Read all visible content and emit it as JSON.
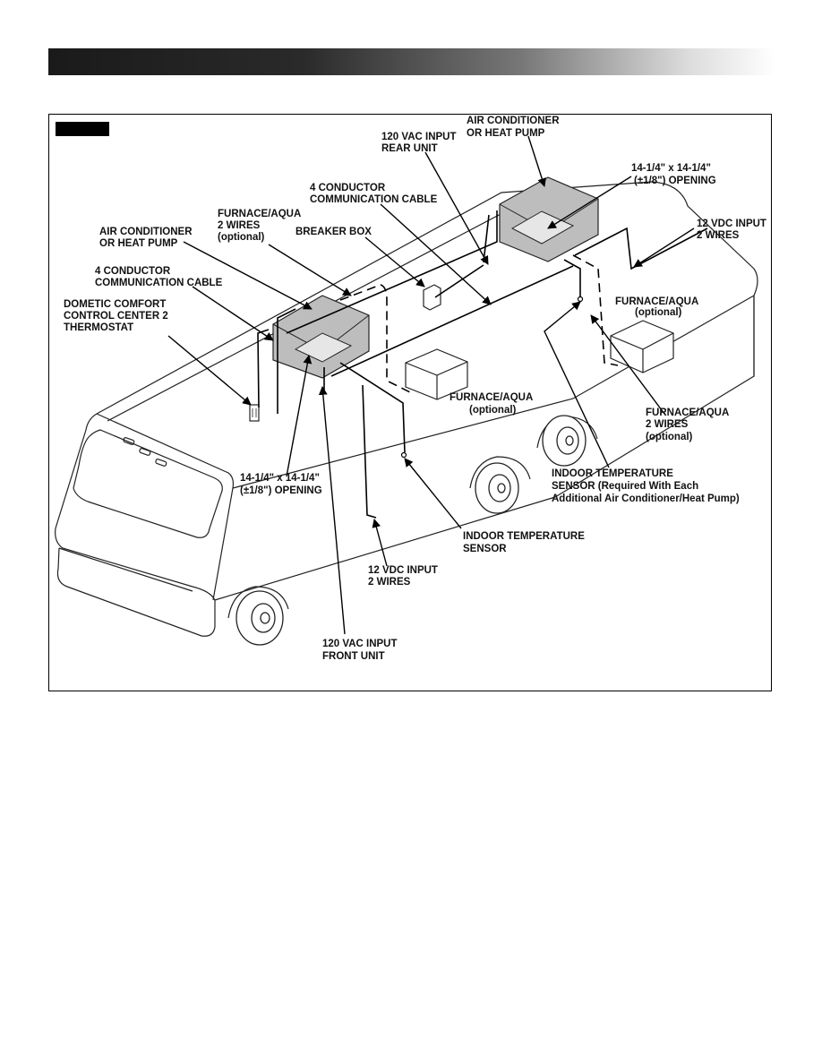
{
  "labels": {
    "ac_rear_1": "AIR CONDITIONER",
    "ac_rear_2": "OR HEAT PUMP",
    "vac_rear_1": "120 VAC INPUT",
    "vac_rear_2": "REAR UNIT",
    "opening_rear_1": "14-1/4\" x 14-1/4\"",
    "opening_rear_2": "(±1/8\") OPENING",
    "comm_rear_1": "4 CONDUCTOR",
    "comm_rear_2": "COMMUNICATION CABLE",
    "vdc_rear_1": "12 VDC INPUT",
    "vdc_rear_2": "2 WIRES",
    "furn_front_wires_1": "FURNACE/AQUA",
    "furn_front_wires_2": "2 WIRES",
    "furn_front_wires_3": "(optional)",
    "breaker": "BREAKER BOX",
    "ac_front_1": "AIR CONDITIONER",
    "ac_front_2": "OR HEAT PUMP",
    "comm_front_1": "4 CONDUCTOR",
    "comm_front_2": "COMMUNICATION CABLE",
    "thermostat_1": "DOMETIC COMFORT",
    "thermostat_2": "CONTROL CENTER 2",
    "thermostat_3": "THERMOSTAT",
    "furn_rear_1": "FURNACE/AQUA",
    "furn_rear_2": "(optional)",
    "furn_mid_1": "FURNACE/AQUA",
    "furn_mid_2": "(optional)",
    "furn_rear_wires_1": "FURNACE/AQUA",
    "furn_rear_wires_2": "2 WIRES",
    "furn_rear_wires_3": "(optional)",
    "sensor_rear_1": "INDOOR TEMPERATURE",
    "sensor_rear_2": "SENSOR (Required With Each",
    "sensor_rear_3": "Additional Air Conditioner/Heat Pump)",
    "opening_front_1": "14-1/4\" x 14-1/4\"",
    "opening_front_2": "(±1/8\") OPENING",
    "sensor_front_1": "INDOOR TEMPERATURE",
    "sensor_front_2": "SENSOR",
    "vdc_front_1": "12 VDC INPUT",
    "vdc_front_2": "2 WIRES",
    "vac_front_1": "120 VAC INPUT",
    "vac_front_2": "FRONT UNIT"
  }
}
